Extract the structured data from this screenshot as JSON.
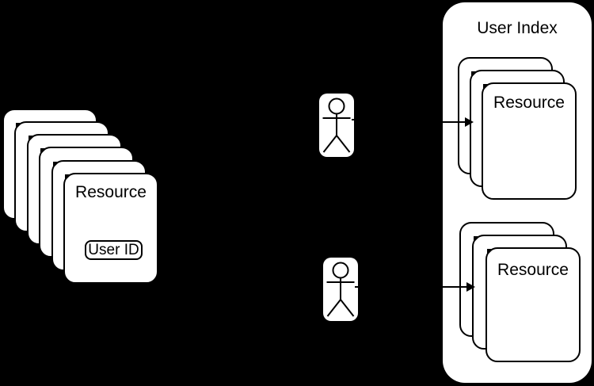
{
  "colors": {
    "background": "#000000",
    "shape_fill": "#ffffff",
    "stroke": "#000000",
    "text": "#000000"
  },
  "resource_stack": {
    "card_count": 6,
    "label": "Resource",
    "user_id_badge": "User ID"
  },
  "actors": {
    "top_icon": "actor-icon",
    "bottom_icon": "actor-icon"
  },
  "user_index": {
    "title": "User Index",
    "top_stack": {
      "card_count": 3,
      "label": "Resource"
    },
    "bottom_stack": {
      "card_count": 3,
      "label": "Resource"
    }
  }
}
